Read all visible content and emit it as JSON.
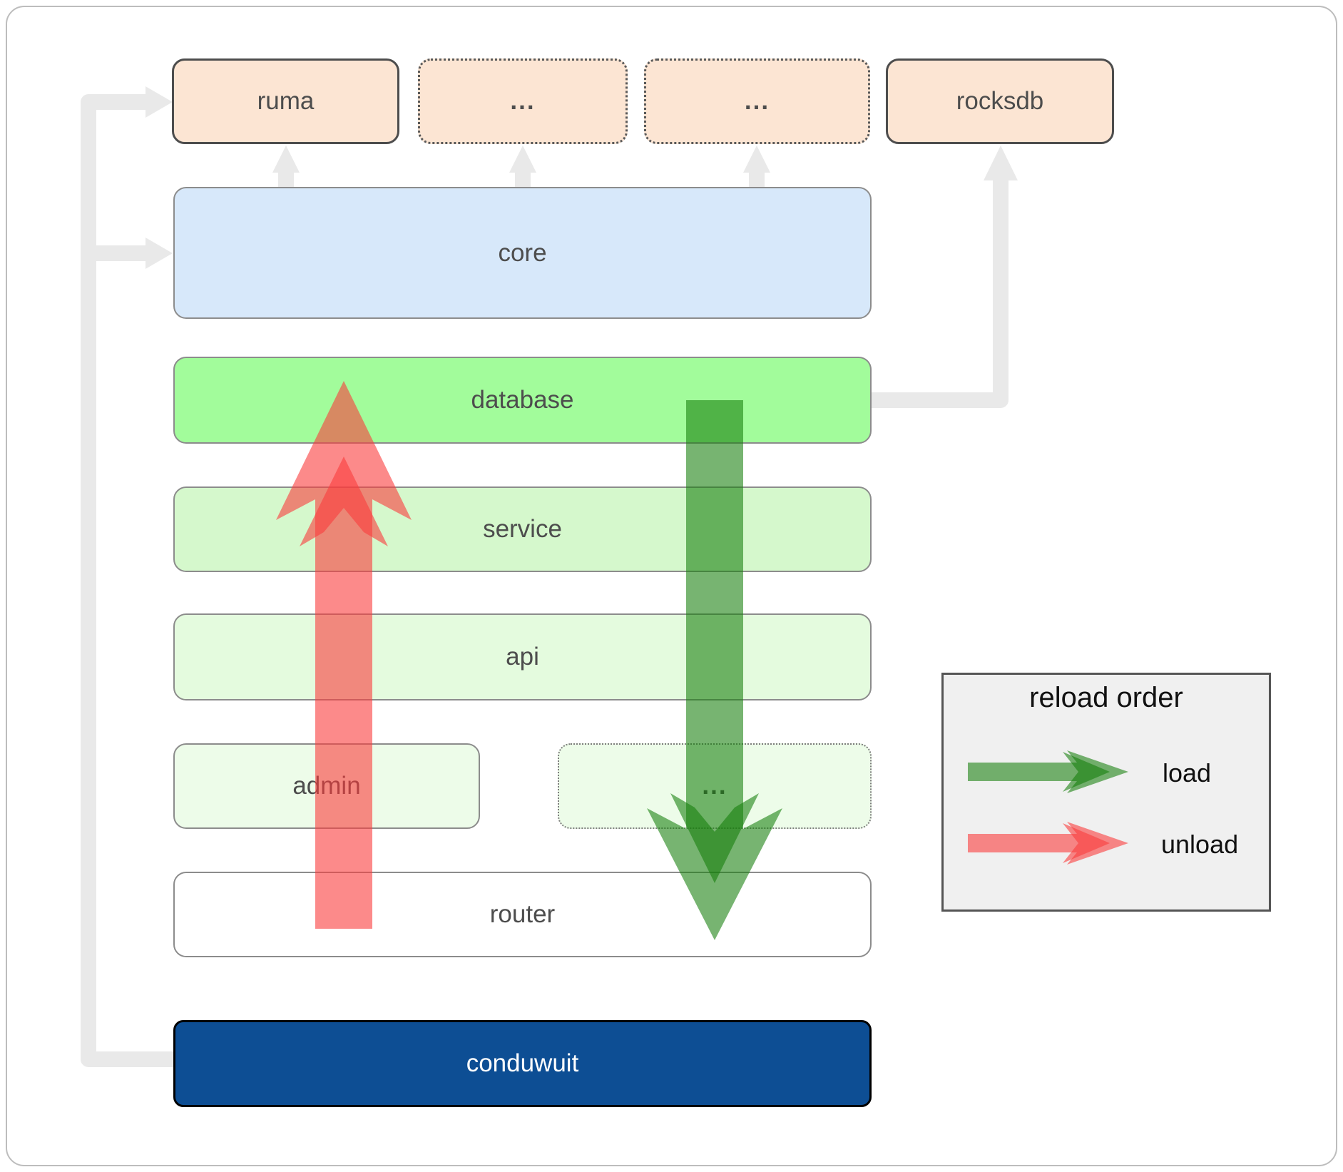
{
  "diagram": {
    "top_row": [
      {
        "id": "ruma",
        "label": "ruma",
        "border": "solid"
      },
      {
        "id": "module-a",
        "label": "...",
        "border": "dotted"
      },
      {
        "id": "module-b",
        "label": "...",
        "border": "dotted"
      },
      {
        "id": "rocksdb",
        "label": "rocksdb",
        "border": "solid"
      }
    ],
    "layers": [
      {
        "id": "core",
        "label": "core"
      },
      {
        "id": "database",
        "label": "database"
      },
      {
        "id": "service",
        "label": "service"
      },
      {
        "id": "api",
        "label": "api"
      }
    ],
    "admin_row": [
      {
        "id": "admin",
        "label": "admin",
        "border": "solid"
      },
      {
        "id": "modules-ellipsis",
        "label": "...",
        "border": "dotted"
      }
    ],
    "router": {
      "label": "router"
    },
    "conduwuit": {
      "label": "conduwuit"
    }
  },
  "legend": {
    "title": "reload order",
    "items": [
      {
        "label": "load",
        "color": "#2e8b22"
      },
      {
        "label": "unload",
        "color": "#f95c5c"
      }
    ]
  },
  "colors": {
    "node_peach": "#fce5d3",
    "node_blue": "#d7e8fa",
    "node_green_bright": "#a2fc9b",
    "node_green_medium": "#d5f8cc",
    "node_green_light": "#e4fbde",
    "node_green_faint": "#edfce9",
    "node_navy": "#0d4e94",
    "connector_gray": "#e9e9e9",
    "load_arrow_green": "rgba(20,125,10,0.58)",
    "unload_arrow_red": "rgba(250,60,60,0.6)"
  }
}
